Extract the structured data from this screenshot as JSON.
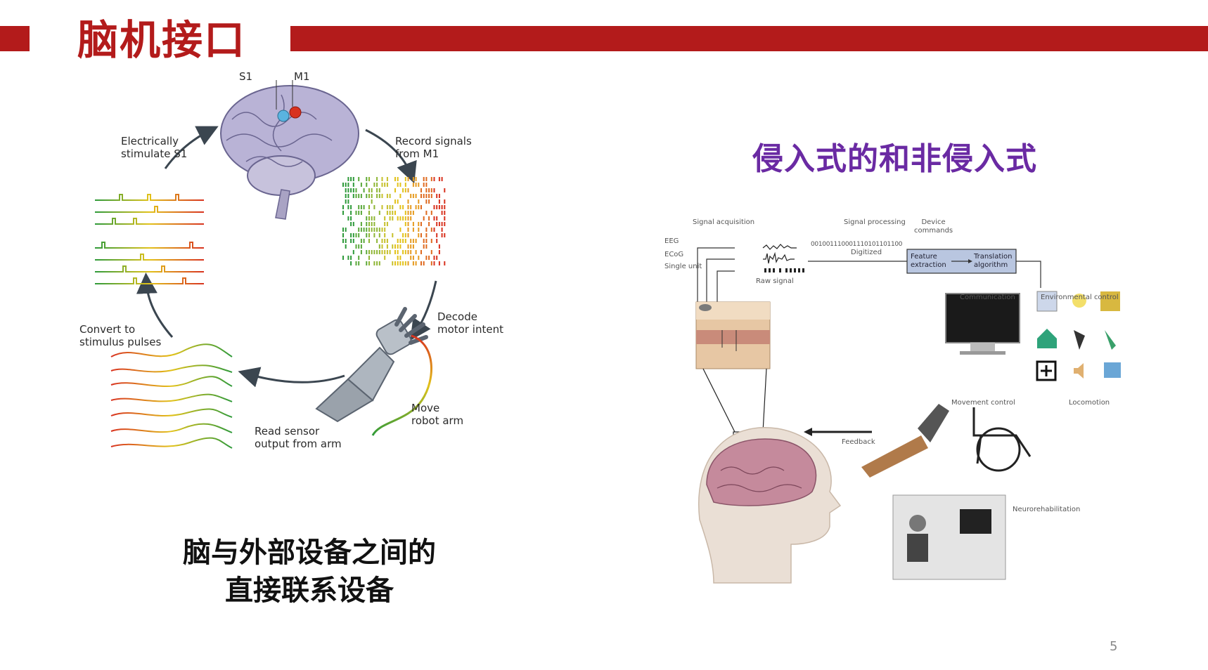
{
  "slide": {
    "title": "脑机接口",
    "page_number": "5",
    "accent_color": "#b31b1b",
    "subtitle_color": "#6a2aa3"
  },
  "left": {
    "labels": {
      "s1": "S1",
      "m1": "M1",
      "stimulate": "Electrically\nstimulate S1",
      "record": "Record signals\nfrom M1",
      "decode": "Decode\nmotor intent",
      "move": "Move\nrobot arm",
      "read": "Read sensor\noutput from arm",
      "convert": "Convert to\nstimulus pulses"
    },
    "caption_line1": "脑与外部设备之间的",
    "caption_line2": "直接联系设备"
  },
  "right": {
    "title": "侵入式的和非侵入式",
    "labels": {
      "signal_acquisition": "Signal acquisition",
      "signal_processing": "Signal processing",
      "device_commands": "Device\ncommands",
      "eeg": "EEG",
      "ecog": "ECoG",
      "single_unit": "Single unit",
      "raw_signal": "Raw signal",
      "bits": "001001110001110101101100",
      "digitized": "Digitized",
      "feature_extraction": "Feature\nextraction",
      "translation_algorithm": "Translation\nalgorithm",
      "communication": "Communication",
      "environmental_control": "Environmental control",
      "movement_control": "Movement control",
      "locomotion": "Locomotion",
      "feedback": "Feedback",
      "neurorehabilitation": "Neurorehabilitation"
    }
  }
}
